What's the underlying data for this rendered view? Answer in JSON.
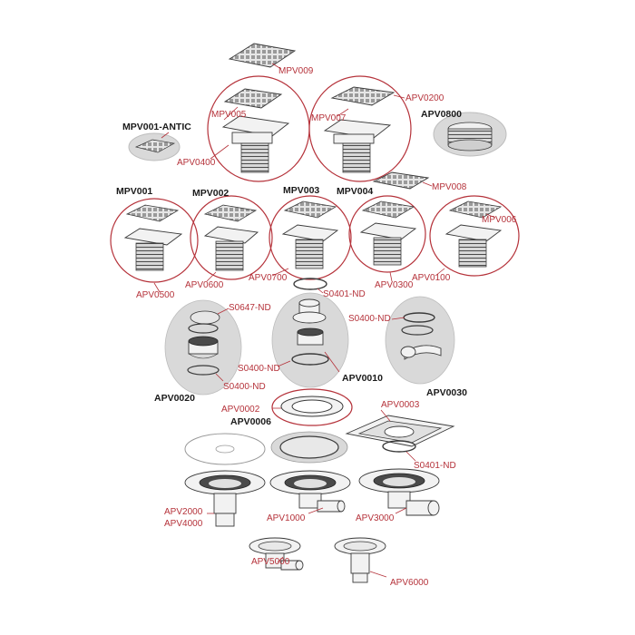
{
  "bold_labels": {
    "mpv001_antic": "MPV001-ANTIC",
    "apv0800": "APV0800",
    "mpv001": "MPV001",
    "mpv002": "MPV002",
    "mpv003": "MPV003",
    "mpv004": "MPV004",
    "apv0020": "APV0020",
    "apv0010": "APV0010",
    "apv0030": "APV0030",
    "apv0006": "APV0006"
  },
  "red_labels": {
    "mpv009": "MPV009",
    "mpv005": "MPV005",
    "mpv007": "MPV007",
    "apv0200": "APV0200",
    "apv0400": "APV0400",
    "mpv008": "MPV008",
    "mpv006": "MPV006",
    "apv0500": "APV0500",
    "apv0600": "APV0600",
    "apv0700": "APV0700",
    "apv0300": "APV0300",
    "apv0100": "APV0100",
    "s0401_nd_top": "S0401-ND",
    "s0647_nd": "S0647-ND",
    "s0400_nd_mid": "S0400-ND",
    "s0400_nd_low": "S0400-ND",
    "s0400_nd_right": "S0400-ND",
    "apv0002": "APV0002",
    "apv0003": "APV0003",
    "s0401_nd_low": "S0401-ND",
    "apv2000": "APV2000",
    "apv4000": "APV4000",
    "apv1000": "APV1000",
    "apv3000": "APV3000",
    "apv5000": "APV5000",
    "apv6000": "APV6000"
  },
  "colors": {
    "label_red": "#b5323a",
    "label_black": "#1a1a1a",
    "group_oval": "#d9d9d9"
  }
}
